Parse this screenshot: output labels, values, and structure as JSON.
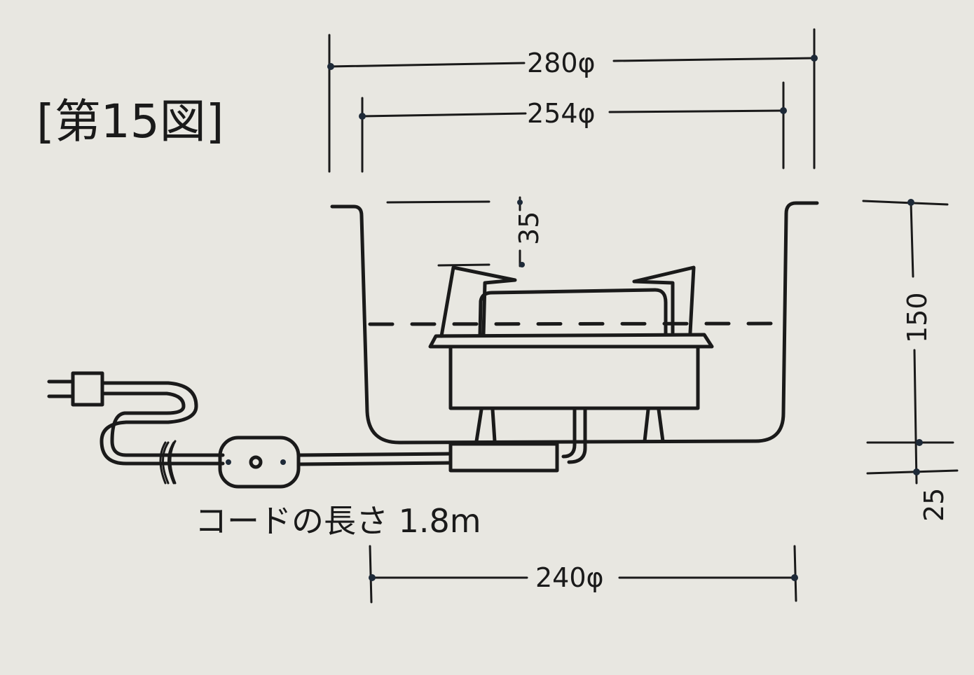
{
  "figure": {
    "title": "[第15図]",
    "cord_caption": "コードの長さ 1.8m"
  },
  "dimensions": {
    "outer_diameter": "280φ",
    "inner_diameter": "254φ",
    "top_clearance": "35",
    "height": "150",
    "base_height": "25",
    "base_diameter": "240φ"
  }
}
